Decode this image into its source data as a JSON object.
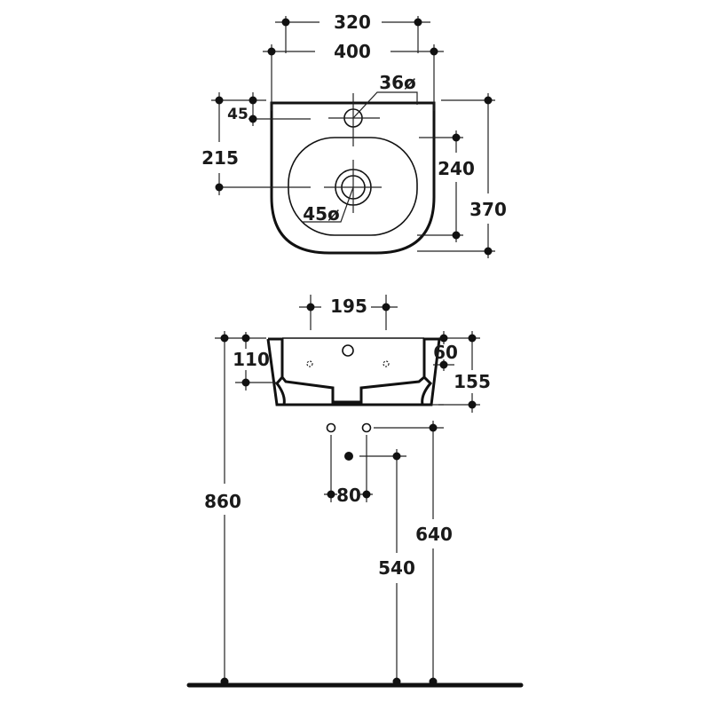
{
  "top_view": {
    "dims": {
      "tap_spacing": "320",
      "width": "400",
      "tap_hole_diameter": "36ø",
      "tap_hole_offset": "45",
      "waste_offset": "215",
      "bowl_depth": "240",
      "depth": "370",
      "waste_diameter": "45ø"
    }
  },
  "front_view": {
    "dims": {
      "fixing_spacing": "195",
      "inner_height": "110",
      "rim_height": "60",
      "height": "155",
      "rim_from_floor": "860",
      "supply_spacing": "80",
      "supply_height": "640",
      "waste_height": "540"
    }
  },
  "colors": {
    "line": "#111111",
    "background": "#ffffff"
  }
}
